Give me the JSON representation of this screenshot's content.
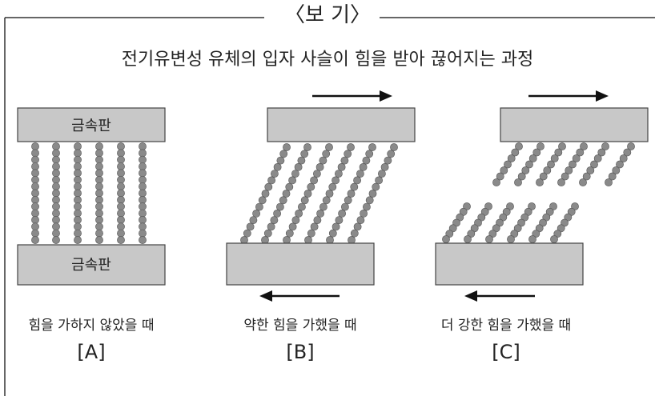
{
  "header": "〈보   기〉",
  "title": "전기유변성 유체의 입자 사슬이 힘을 받아 끊어지는 과정",
  "plate_label": "금속판",
  "panels": [
    {
      "caption": "힘을 가하지 않았을 때",
      "label": "[A]"
    },
    {
      "caption": "약한 힘을 가했을 때",
      "label": "[B]"
    },
    {
      "caption": "더 강한 힘을 가했을 때",
      "label": "[C]"
    }
  ],
  "colors": {
    "plate": "#c8c8c8",
    "plate_edge": "#444444",
    "particle": "#8a8a8a",
    "arrow": "#111111"
  }
}
